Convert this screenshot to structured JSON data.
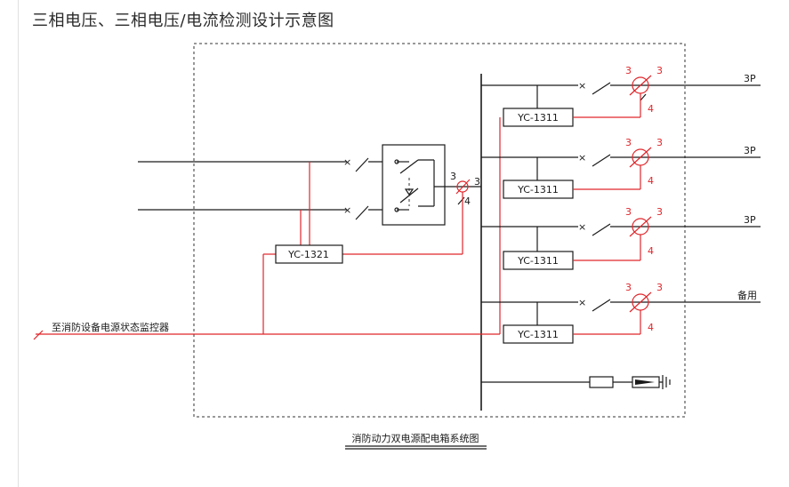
{
  "title": "三相电压、三相电压/电流检测设计示意图",
  "caption": "消防动力双电源配电箱系统图",
  "monitor_label": "至消防设备电源状态监控器",
  "module_main": "YC-1321",
  "module_branch": "YC-1311",
  "phase_count": "3",
  "signal_count": "4",
  "branches": [
    {
      "label": "3P"
    },
    {
      "label": "3P"
    },
    {
      "label": "3P"
    },
    {
      "label": "备用"
    }
  ],
  "colors": {
    "wire": "#1a1a1a",
    "signal": "#e0262b",
    "frame": "#333333"
  }
}
